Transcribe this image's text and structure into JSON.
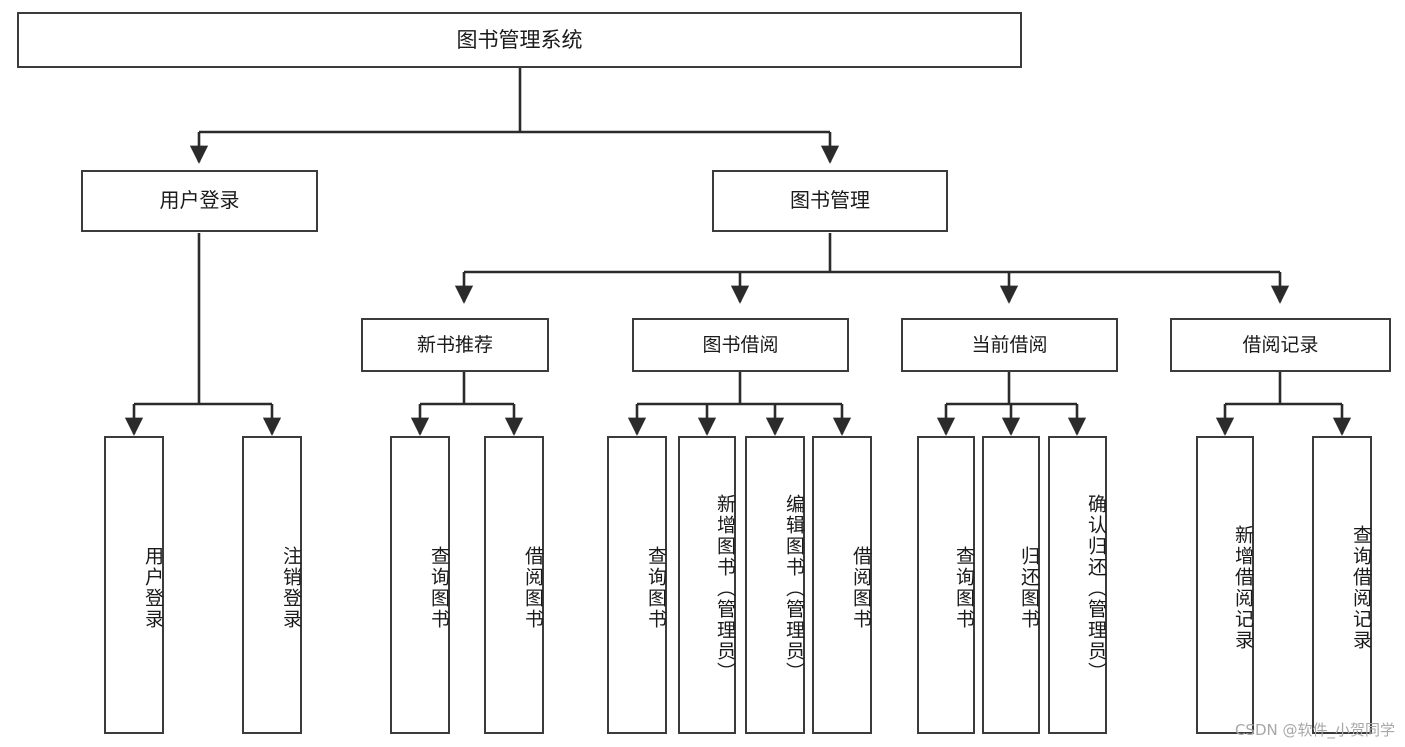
{
  "diagram": {
    "title": "图书管理系统",
    "type": "tree-hierarchy-chart",
    "colors": {
      "node_border": "#3b3b3b",
      "node_fill": "#ffffff",
      "connector": "#2b2b2b",
      "text": "#1a1a1a",
      "watermark": "#a8a8a8",
      "background": "#ffffff"
    },
    "root": {
      "label": "图书管理系统"
    },
    "level1": [
      {
        "label": "用户登录"
      },
      {
        "label": "图书管理"
      }
    ],
    "level2": [
      {
        "label": "新书推荐"
      },
      {
        "label": "图书借阅"
      },
      {
        "label": "当前借阅"
      },
      {
        "label": "借阅记录"
      }
    ],
    "leaves": {
      "user_login": [
        {
          "label": "用户登录"
        },
        {
          "label": "注销登录"
        }
      ],
      "new_book_recommend": [
        {
          "label": "查询图书"
        },
        {
          "label": "借阅图书"
        }
      ],
      "book_borrow": [
        {
          "label": "查询图书"
        },
        {
          "label": "新增图书（管理员）"
        },
        {
          "label": "编辑图书（管理员）"
        },
        {
          "label": "借阅图书"
        }
      ],
      "current_borrow": [
        {
          "label": "查询图书"
        },
        {
          "label": "归还图书"
        },
        {
          "label": "确认归还（管理员）"
        }
      ],
      "borrow_records": [
        {
          "label": "新增借阅记录"
        },
        {
          "label": "查询借阅记录"
        }
      ]
    }
  },
  "watermark": {
    "text": "CSDN @软件_小贺同学"
  }
}
